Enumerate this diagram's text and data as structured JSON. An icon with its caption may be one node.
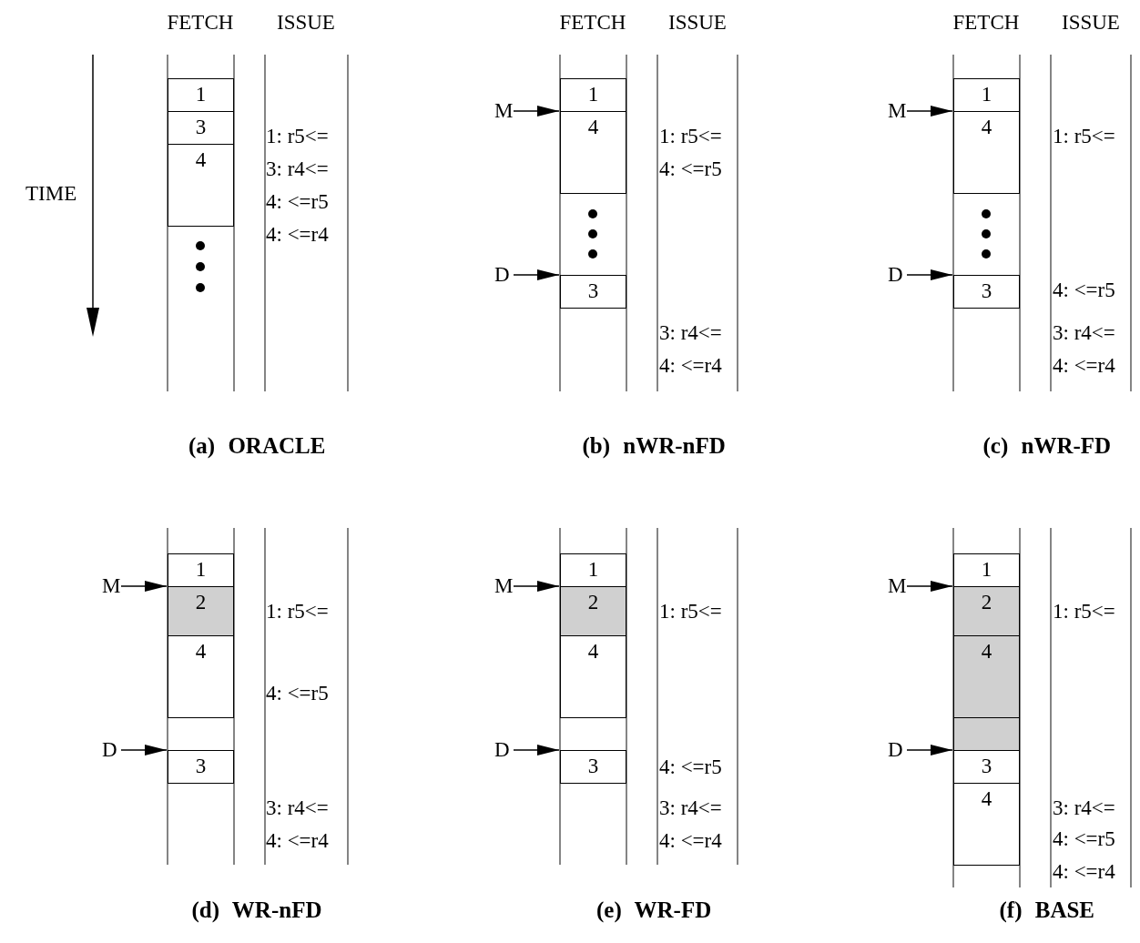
{
  "diagram": {
    "nodes": [
      {
        "text": [
          "1"
        ]
      },
      {
        "text": [
          "3"
        ]
      },
      {
        "text": [
          "4"
        ]
      },
      {
        "text": [
          "M"
        ]
      },
      {
        "text": [
          "1"
        ]
      },
      {
        "text": [
          "4"
        ]
      },
      {
        "text": [
          "D"
        ]
      },
      {
        "text": [
          "3"
        ]
      },
      {
        "text": [
          "M"
        ]
      },
      {
        "text": [
          "1"
        ]
      },
      {
        "text": [
          "4"
        ]
      },
      {
        "text": [
          "D"
        ]
      },
      {
        "text": [
          "3"
        ]
      },
      {
        "text": [
          "M"
        ]
      },
      {
        "text": [
          "1"
        ]
      },
      {
        "text": [
          "2"
        ]
      },
      {
        "text": [
          "4"
        ]
      },
      {
        "text": [
          "D"
        ]
      },
      {
        "text": [
          "3"
        ]
      },
      {
        "text": [
          "M"
        ]
      },
      {
        "text": [
          "1"
        ]
      },
      {
        "text": [
          "2"
        ]
      },
      {
        "text": [
          "4"
        ]
      },
      {
        "text": [
          "D"
        ]
      },
      {
        "text": [
          "3"
        ]
      },
      {
        "text": [
          "M"
        ]
      },
      {
        "text": [
          "1"
        ]
      },
      {
        "text": [
          "2"
        ]
      },
      {
        "text": [
          "4"
        ]
      },
      {
        "text": [],
        "shape": "box"
      },
      {
        "text": [
          "D"
        ]
      },
      {
        "text": [
          "3"
        ]
      },
      {
        "text": [
          "4"
        ]
      }
    ],
    "edges": [
      {
        "from": 3,
        "to": 4,
        "arrow": "to"
      },
      {
        "from": 6,
        "to": 7,
        "arrow": "to"
      },
      {
        "from": 8,
        "to": 9,
        "arrow": "to"
      },
      {
        "from": 11,
        "to": 12,
        "arrow": "to"
      },
      {
        "from": 13,
        "to": 14,
        "arrow": "to"
      },
      {
        "from": 17,
        "to": 18,
        "arrow": "to"
      },
      {
        "from": 19,
        "to": 20,
        "arrow": "to"
      },
      {
        "from": 23,
        "to": 24,
        "arrow": "to"
      },
      {
        "from": 25,
        "to": 26,
        "arrow": "to"
      },
      {
        "from": 30,
        "to": 29,
        "arrow": "to"
      }
    ],
    "labels": [
      "FETCH",
      "ISSUE",
      "FETCH",
      "ISSUE",
      "FETCH",
      "ISSUE",
      "TIME",
      "1: r5<=",
      "3: r4<=",
      "4: <=r5",
      "4: <=r4",
      "1: r5<=",
      "4: <=r5",
      "3: r4<=",
      "4: <=r4",
      "1: r5<=",
      "4: <=r5",
      "3: r4<=",
      "4: <=r4",
      "(a) ORACLE",
      "(b) nWR-nFD",
      "(c) nWR-FD",
      "1: r5<=",
      "4: <=r5",
      "3: r4<=",
      "4: <=r4",
      "1: r5<=",
      "4: <=r5",
      "3: r4<=",
      "4: <=r4",
      "1: r5<=",
      "3: r4<=",
      "4: <=r5",
      "4: <=r4",
      "(d) WR-nFD",
      "(e) WR-FD",
      "(f) BASE"
    ]
  }
}
